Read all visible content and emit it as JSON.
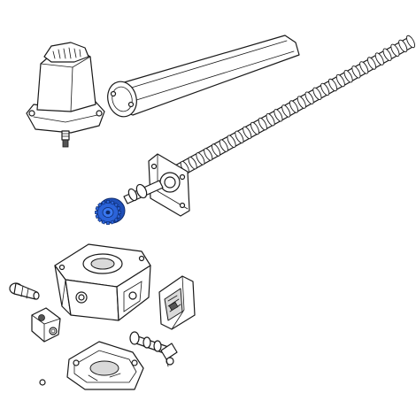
{
  "diagram": {
    "type": "exploded-parts-view",
    "highlight_color": "#2b63d9",
    "line_color": "#1a1a1a",
    "background": "#ffffff",
    "parts": [
      {
        "name": "motor-cover"
      },
      {
        "name": "tube-housing"
      },
      {
        "name": "worm-screw"
      },
      {
        "name": "screw-bearing-plate"
      },
      {
        "name": "highlighted-gear"
      },
      {
        "name": "gearbox-housing"
      },
      {
        "name": "bolt-pin"
      },
      {
        "name": "lock-nut-block"
      },
      {
        "name": "release-lever-bracket"
      },
      {
        "name": "release-shaft"
      },
      {
        "name": "base-housing"
      }
    ]
  }
}
